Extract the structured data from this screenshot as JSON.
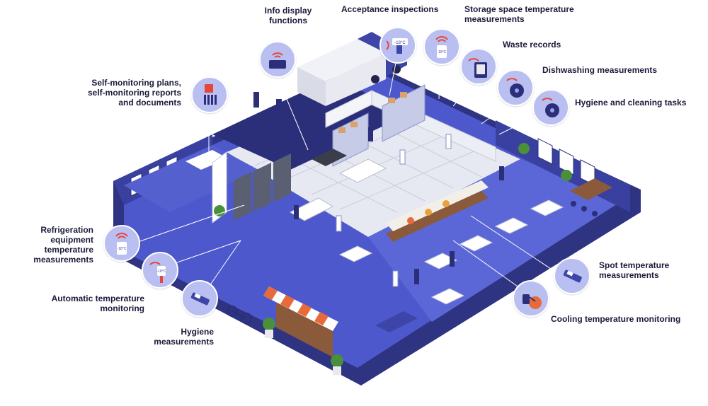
{
  "labels": {
    "info_display": "Info display\nfunctions",
    "acceptance": "Acceptance inspections",
    "storage_temp": "Storage space temperature\nmeasurements",
    "waste": "Waste records",
    "dishwashing": "Dishwashing measurements",
    "hygiene_cleaning": "Hygiene and cleaning tasks",
    "self_monitoring": "Self-monitoring plans,\nself-monitoring reports\nand documents",
    "refrigeration": "Refrigeration\nequipment\ntemperature\nmeasurements",
    "auto_temp": "Automatic temperature\nmonitoring",
    "hygiene_meas": "Hygiene\nmeasurements",
    "spot_temp": "Spot temperature\nmeasurements",
    "cooling": "Cooling temperature monitoring"
  },
  "device_readouts": {
    "acceptance": "-18°C",
    "storage": "-18°C",
    "refrigeration": "-18°C",
    "auto": "-18°C"
  },
  "colors": {
    "brand_blue": "#3d45a8",
    "floor_blue": "#4a55c9",
    "wall_dark": "#2b2f7a",
    "badge": "#b9bff1",
    "signal": "#e4473a",
    "awning": "#e86a3a"
  }
}
